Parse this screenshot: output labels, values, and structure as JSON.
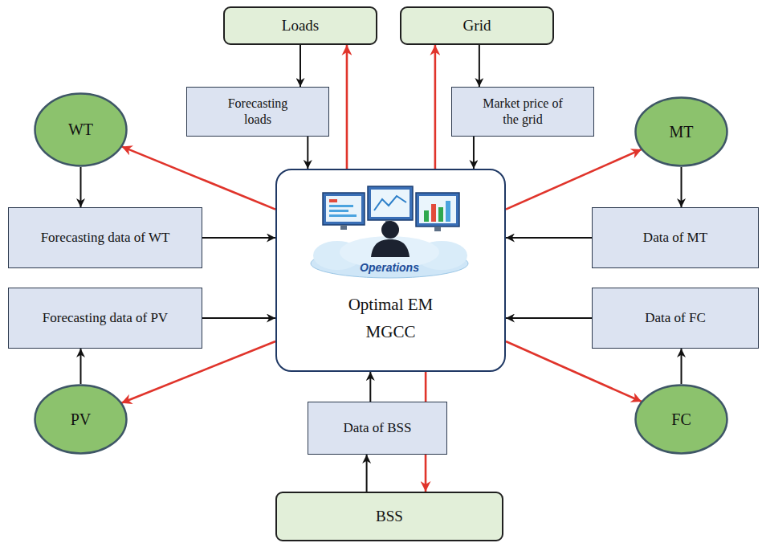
{
  "diagram": {
    "nodes": [
      {
        "text": [
          "Loads"
        ]
      },
      {
        "text": [
          "Grid"
        ]
      },
      {
        "text": [
          "WT"
        ]
      },
      {
        "text": [
          "Forecasting loads"
        ]
      },
      {
        "text": [
          "Market price of the grid"
        ]
      },
      {
        "text": [
          "MT"
        ]
      },
      {
        "text": [
          "Forecasting data of WT"
        ]
      },
      {
        "text": [
          "Optimal EM MGCC"
        ]
      },
      {
        "text": [
          "Data of MT"
        ]
      },
      {
        "text": [
          "Forecasting data of PV"
        ]
      },
      {
        "text": [
          "Data of FC"
        ]
      },
      {
        "text": [
          "PV"
        ]
      },
      {
        "text": [
          "Data of BSS"
        ]
      },
      {
        "text": [
          "FC"
        ]
      },
      {
        "text": [
          "BSS"
        ]
      }
    ],
    "edges": [
      {
        "from": 0,
        "to": 3,
        "arrow": "to"
      },
      {
        "from": 3,
        "to": 7,
        "arrow": "to"
      },
      {
        "from": 7,
        "to": 0,
        "arrow": "to"
      },
      {
        "from": 1,
        "to": 4,
        "arrow": "to"
      },
      {
        "from": 4,
        "to": 7,
        "arrow": "to"
      },
      {
        "from": 7,
        "to": 1,
        "arrow": "to"
      },
      {
        "from": 2,
        "to": 6,
        "arrow": "to"
      },
      {
        "from": 6,
        "to": 7,
        "arrow": "to"
      },
      {
        "from": 7,
        "to": 2,
        "arrow": "to"
      },
      {
        "from": 5,
        "to": 8,
        "arrow": "to"
      },
      {
        "from": 8,
        "to": 7,
        "arrow": "to"
      },
      {
        "from": 7,
        "to": 5,
        "arrow": "to"
      },
      {
        "from": 11,
        "to": 9,
        "arrow": "to"
      },
      {
        "from": 9,
        "to": 7,
        "arrow": "to"
      },
      {
        "from": 7,
        "to": 11,
        "arrow": "to"
      },
      {
        "from": 13,
        "to": 10,
        "arrow": "to"
      },
      {
        "from": 10,
        "to": 7,
        "arrow": "to"
      },
      {
        "from": 7,
        "to": 13,
        "arrow": "to"
      },
      {
        "from": 14,
        "to": 12,
        "arrow": "to"
      },
      {
        "from": 12,
        "to": 7,
        "arrow": "to"
      },
      {
        "from": 7,
        "to": 12,
        "arrow": "none"
      },
      {
        "from": 12,
        "to": 14,
        "arrow": "to"
      }
    ],
    "labels": [
      "Operations"
    ]
  }
}
